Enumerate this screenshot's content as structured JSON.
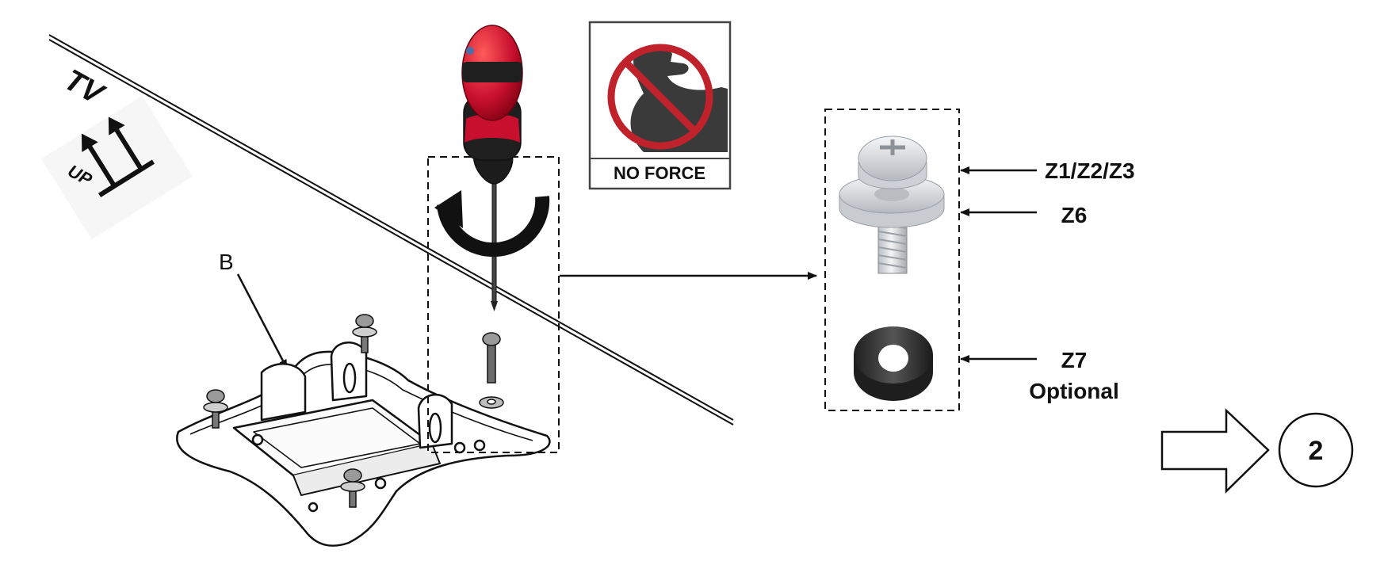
{
  "tv_label": "TV",
  "up_label": "UP",
  "bracket_label": "B",
  "no_force_label": "NO FORCE",
  "parts": [
    {
      "id": "screw",
      "label": "Z1/Z2/Z3"
    },
    {
      "id": "washer",
      "label": "Z6"
    },
    {
      "id": "spacer",
      "label": "Z7",
      "note": "Optional"
    }
  ],
  "next_step": "2",
  "colors": {
    "line": "#111111",
    "screwdriver_handle": "#c8102e",
    "screwdriver_grip": "#222222",
    "prohibition_red": "#c0222b",
    "arm_gray": "#3a3a3a",
    "spacer_gray": "#333333",
    "metal": "#d6d9dc"
  },
  "icons": [
    "screwdriver-icon",
    "rotate-arrow-icon",
    "no-force-icon",
    "up-arrows-icon",
    "next-arrow-icon"
  ]
}
